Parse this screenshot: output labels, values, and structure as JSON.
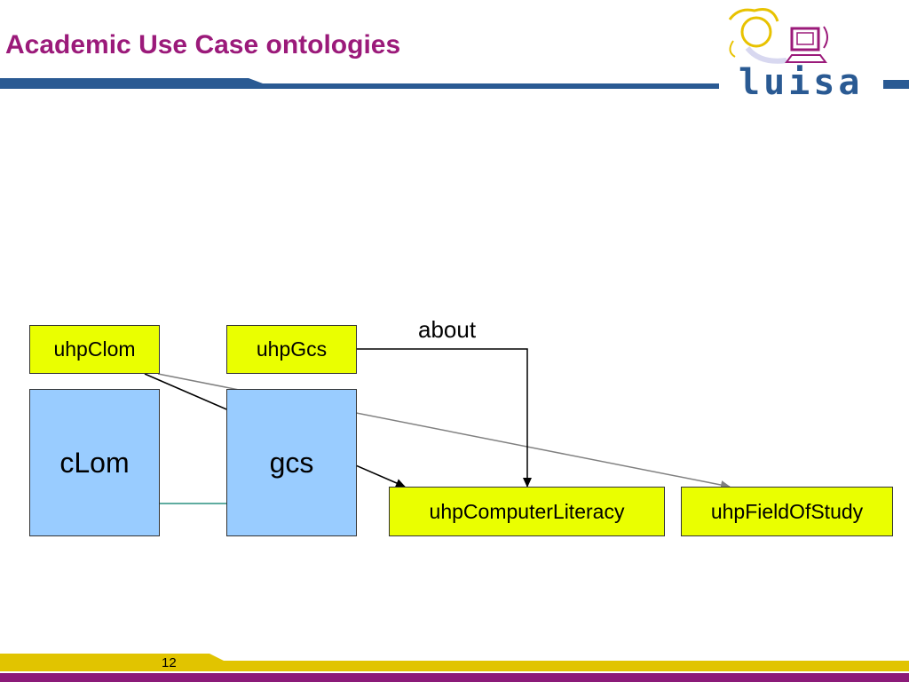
{
  "slide": {
    "title": "Academic Use Case ontologies",
    "page_number": "12"
  },
  "logo": {
    "text": "luisa",
    "icon": "fairy-with-computer-icon"
  },
  "colors": {
    "title": "#9b1a7a",
    "header_bar": "#2a5a93",
    "footer_yellow": "#e1c400",
    "footer_purple": "#8b1a78",
    "node_yellow": "#eaff00",
    "node_blue": "#99ccff"
  },
  "diagram": {
    "nodes": [
      {
        "id": "uhpClom",
        "label": "uhpClom"
      },
      {
        "id": "uhpGcs",
        "label": "uhpGcs"
      },
      {
        "id": "cLom",
        "label": "cLom"
      },
      {
        "id": "gcs",
        "label": "gcs"
      },
      {
        "id": "uhpComputerLiteracy",
        "label": "uhpComputerLiteracy"
      },
      {
        "id": "uhpFieldOfStudy",
        "label": "uhpFieldOfStudy"
      }
    ],
    "edges": [
      {
        "from": "uhpClom",
        "to": "uhpComputerLiteracy",
        "label": "",
        "color": "#000000"
      },
      {
        "from": "uhpClom",
        "to": "uhpFieldOfStudy",
        "label": "",
        "color": "#808080"
      },
      {
        "from": "uhpGcs",
        "to": "uhpComputerLiteracy",
        "label": "about",
        "color": "#000000"
      },
      {
        "from": "cLom",
        "to": "gcs",
        "label": "",
        "color": "#2a9080"
      }
    ]
  }
}
